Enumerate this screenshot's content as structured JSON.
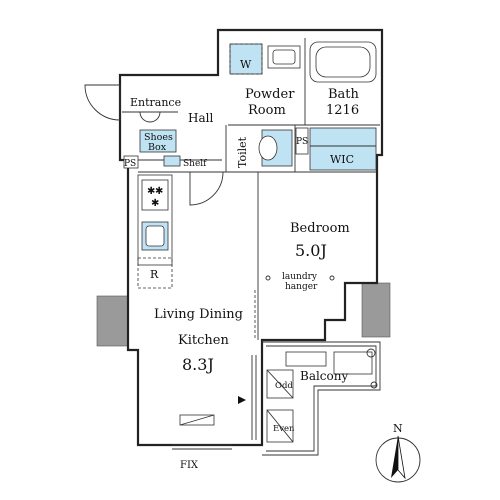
{
  "rooms": {
    "entrance": "Entrance",
    "shoes_box_line1": "Shoes",
    "shoes_box_line2": "Box",
    "hall": "Hall",
    "powder_room_line1": "Powder",
    "powder_room_line2": "Room",
    "washer": "W",
    "bath_line1": "Bath",
    "bath_line2": "1216",
    "toilet": "Toilet",
    "wic": "WIC",
    "ps_top": "PS",
    "ps_left": "PS",
    "shelf": "Shelf",
    "fridge": "R",
    "bedroom": "Bedroom",
    "bedroom_size": "5.0J",
    "laundry_line1": "laundry",
    "laundry_line2": "hanger",
    "ldk_line1": "Living Dining",
    "ldk_line2": "Kitchen",
    "ldk_size": "8.3J",
    "balcony": "Balcony",
    "odd": "Odd",
    "even": "Even",
    "fix": "FIX"
  },
  "compass": {
    "north": "N"
  }
}
